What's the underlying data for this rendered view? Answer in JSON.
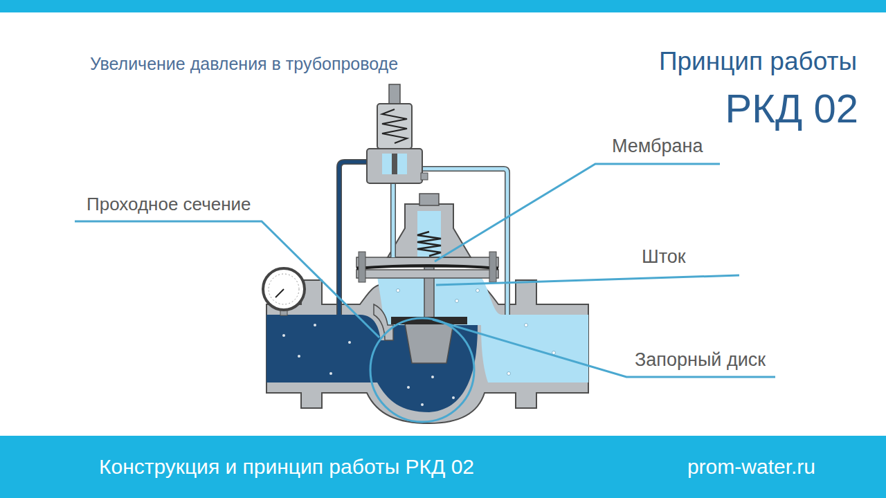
{
  "diagram": {
    "nodes": [
      {
        "text": [
          "Конструкция и принцип работы РКД 02",
          "prom-water.ru"
        ]
      }
    ],
    "labels": [
      "Увеличение давления в трубопроводе",
      "Принцип работы",
      "РКД 02",
      "Мембрана",
      "Проходное сечение",
      "Шток",
      "Запорный диск"
    ]
  }
}
